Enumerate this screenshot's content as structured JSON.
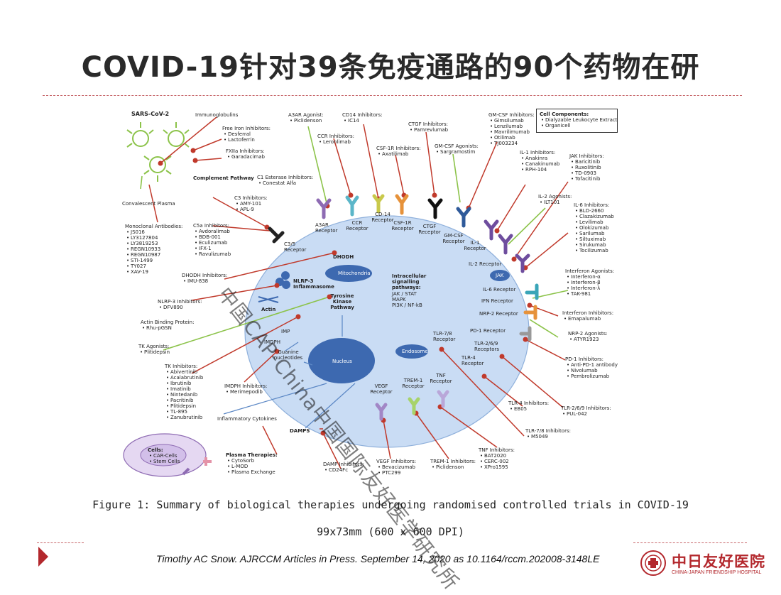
{
  "slide": {
    "title": "COVID-19针对39条免疫通路的90个药物在研",
    "caption": "Figure 1: Summary of biological therapies undergoing randomised controlled trials in COVID-19",
    "size_note": "99x73mm (600 x 600 DPI)",
    "citation": "Timothy AC Snow. AJRCCM Articles in Press. September 14, 2020 as 10.1164/rccm.202008-3148LE",
    "logo_cn": "中日友好医院",
    "logo_en": "CHINA-JAPAN FRIENDSHIP HOSPITAL",
    "watermark": "中国CAP-China中国国际友好医学研究所",
    "colors": {
      "accent": "#b3282d",
      "cell": "#c9dcf4",
      "line_red": "#c0392b",
      "line_green": "#8cc34a"
    }
  },
  "diagram": {
    "sars": "SARS-CoV-2",
    "convalescent": "Convalescent Plasma",
    "cell_components": {
      "title": "Cell Components:",
      "items": [
        "Dialyzable Leukocyte Extract",
        "Organicell"
      ]
    },
    "groups": [
      {
        "id": "immuno",
        "title": "Immunoglobulins",
        "items": []
      },
      {
        "id": "freeiron",
        "title": "Free Iron Inhibitors:",
        "items": [
          "Desferral",
          "Lactoferrin"
        ]
      },
      {
        "id": "fxii",
        "title": "FXIIa Inhibitors:",
        "items": [
          "Garadacimab"
        ]
      },
      {
        "id": "complement",
        "title": "Complement Pathway",
        "items": []
      },
      {
        "id": "c1est",
        "title": "C1 Esterase Inhibitors:",
        "items": [
          "Conestat Alfa"
        ]
      },
      {
        "id": "c3",
        "title": "C3 Inhibitors:",
        "items": [
          "AMY-101",
          "APL-9"
        ]
      },
      {
        "id": "c5a",
        "title": "C5a Inhibitors:",
        "items": [
          "Avdoralimab",
          "BDB-001",
          "Eculizumab",
          "IFX-1",
          "Ravulizumab"
        ]
      },
      {
        "id": "mab",
        "title": "Monoclonal Antibodies:",
        "items": [
          "JS016",
          "LY3127804",
          "LY3819253",
          "REGN10933",
          "REGN10987",
          "STI-1499",
          "TY027",
          "XAV-19"
        ]
      },
      {
        "id": "dhodh",
        "title": "DHODH Inhibitors:",
        "items": [
          "IMU-838"
        ]
      },
      {
        "id": "nlrp3",
        "title": "NLRP-3 Inhibitors:",
        "items": [
          "DFV890"
        ]
      },
      {
        "id": "actin",
        "title": "Actin Binding Protein:",
        "items": [
          "Rhu-pGSN"
        ]
      },
      {
        "id": "tkag",
        "title": "TK Agonists:",
        "items": [
          "Plitidepsin"
        ]
      },
      {
        "id": "tki",
        "title": "TK Inhibitors:",
        "items": [
          "Abivertinib",
          "Acalabrutinib",
          "Ibrutinib",
          "Imatinib",
          "Nintedanib",
          "Pacritinib",
          "Plitidepsin",
          "TL-895",
          "Zanubrutinib"
        ]
      },
      {
        "id": "impdh",
        "title": "IMDPH Inhibitors:",
        "items": [
          "Merimepodib"
        ]
      },
      {
        "id": "plasma",
        "title": "Plasma Therapies:",
        "items": [
          "CytoSorb",
          "L-MOD",
          "Plasma Exchange"
        ]
      },
      {
        "id": "cells",
        "title": "Cells:",
        "items": [
          "CAR-Cells",
          "Stem Cells"
        ]
      },
      {
        "id": "damp",
        "title": "DAMP Inhibitors:",
        "items": [
          "CD24Fc"
        ]
      },
      {
        "id": "vegf",
        "title": "VEGF Inhibitors:",
        "items": [
          "Bevacizumab",
          "PTC299"
        ]
      },
      {
        "id": "trem1",
        "title": "TREM-1 Inhibitors:",
        "items": [
          "Piclidenson"
        ]
      },
      {
        "id": "tnf",
        "title": "TNF Inhibitors:",
        "items": [
          "BAT2020",
          "CERC-002",
          "XPro1595"
        ]
      },
      {
        "id": "tlr78",
        "title": "TLR-7/8 Inhibitors:",
        "items": [
          "M5049"
        ]
      },
      {
        "id": "tlr4",
        "title": "TLR-4 Inhibitors:",
        "items": [
          "EB05"
        ]
      },
      {
        "id": "tlr269",
        "title": "TLR-2/6/9 Inhibitors:",
        "items": [
          "PUL-042"
        ]
      },
      {
        "id": "pd1",
        "title": "PD-1 Inhibitors:",
        "items": [
          "Anti-PD-1 antibody",
          "Nivolumab",
          "Pembrolizumab"
        ]
      },
      {
        "id": "nrp2",
        "title": "NRP-2 Agonists:",
        "items": [
          "ATYR1923"
        ]
      },
      {
        "id": "ifni",
        "title": "Interferon Inhibitors:",
        "items": [
          "Emapalumab"
        ]
      },
      {
        "id": "ifna",
        "title": "Interferon Agonists:",
        "items": [
          "Interferon-α",
          "Interferon-β",
          "Interferon-λ",
          "TAK-981"
        ]
      },
      {
        "id": "il6",
        "title": "IL-6 Inhibitors:",
        "items": [
          "BLD-2660",
          "Clazakizumab",
          "Levilimab",
          "Olokizumab",
          "Sarilumab",
          "Siltuximab",
          "Sirukumab",
          "Tocilizumab"
        ]
      },
      {
        "id": "jak",
        "title": "JAK Inhibitors:",
        "items": [
          "Baricitinib",
          "Ruxolitinib",
          "TD-0903",
          "Tofacitinib"
        ]
      },
      {
        "id": "il2",
        "title": "IL-2 Agonists:",
        "items": [
          "ILT101"
        ]
      },
      {
        "id": "il1",
        "title": "IL-1 Inhibitors:",
        "items": [
          "Anakinra",
          "Canakinumab",
          "RPH-104"
        ]
      },
      {
        "id": "gmcsfi",
        "title": "GM-CSF Inhibitors:",
        "items": [
          "Gimsilumab",
          "Lenzilumab",
          "Mavrilimumab",
          "Otilimab",
          "TJ003234"
        ]
      },
      {
        "id": "gmcsfa",
        "title": "GM-CSF Agonists:",
        "items": [
          "Sargramostim"
        ]
      },
      {
        "id": "ctgf",
        "title": "CTGF Inhibitors:",
        "items": [
          "Pamrevlumab"
        ]
      },
      {
        "id": "csf1r",
        "title": "CSF-1R Inhibitors:",
        "items": [
          "Axatilimab"
        ]
      },
      {
        "id": "ccr",
        "title": "CCR Inhibitors:",
        "items": [
          "Leronlimab"
        ]
      },
      {
        "id": "cd14",
        "title": "CD14 Inhibitors:",
        "items": [
          "IC14"
        ]
      },
      {
        "id": "a3ar",
        "title": "A3AR Agonist:",
        "items": [
          "Piclidenson"
        ]
      }
    ],
    "receptors": [
      "A3AR Receptor",
      "CCR Receptor",
      "CD-14 Receptor",
      "CSF-1R Receptor",
      "CTGF Receptor",
      "GM-CSF Receptor",
      "IL-1 Receptor",
      "IL-2 Receptor",
      "IL-6 Receptor",
      "IFN Receptor",
      "NRP-2 Receptor",
      "PD-1 Receptor",
      "TLR-2/6/9 Receptors",
      "TLR-4 Receptor",
      "TNF Receptor",
      "TREM-1 Receptor",
      "VEGF Receptor",
      "C3/5 Receptor",
      "TLR-7/8 Receptor"
    ],
    "internal": {
      "mito": "Mitochondria",
      "dhodh": "DHODH",
      "nlrp3": "NLRP-3 Inflammasome",
      "actin": "Actin",
      "tk": "Tyrosine Kinase Pathway",
      "signal_title": "Intracellular signalling pathways:",
      "signal_lines": [
        "JAK / STAT",
        "MAPK",
        "PI3K / NF-kB"
      ],
      "imp": "IMP",
      "impdh": "IMDPH",
      "guanine": "Guanine nucleotides",
      "nucleus": "Nucleus",
      "endosome": "Endosome",
      "jak": "JAK",
      "inflam": "Inflammatory Cytokines",
      "damps": "DAMPS"
    }
  }
}
